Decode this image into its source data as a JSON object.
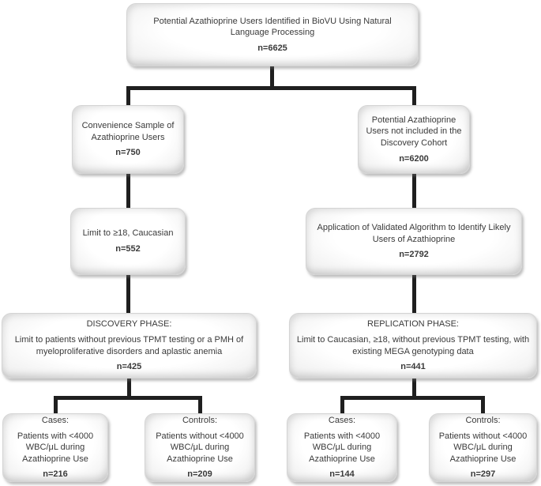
{
  "boxes": {
    "top": {
      "text": "Potential Azathioprine Users Identified in BioVU Using Natural Language Processing",
      "n": "n=6625"
    },
    "convenience_sample": {
      "text": "Convenience Sample of Azathioprine Users",
      "n": "n=750"
    },
    "not_included": {
      "text": "Potential Azathioprine Users not included in the Discovery Cohort",
      "n": "n=6200"
    },
    "limit_age_caucasian": {
      "text": "Limit to ≥18, Caucasian",
      "n": "n=552"
    },
    "validated_algorithm": {
      "text": "Application of Validated Algorithm to Identify Likely Users of Azathioprine",
      "n": "n=2792"
    },
    "discovery_phase": {
      "title": "DISCOVERY PHASE:",
      "text": "Limit to patients without previous TPMT testing or a PMH of myeloproliferative disorders and aplastic anemia",
      "n": "n=425"
    },
    "replication_phase": {
      "title": "REPLICATION PHASE:",
      "text": "Limit to Caucasian, ≥18, without previous TPMT testing, with existing MEGA genotyping data",
      "n": "n=441"
    },
    "discovery_cases": {
      "title": "Cases:",
      "text": "Patients with <4000 WBC/μL during Azathioprine Use",
      "n": "n=216"
    },
    "discovery_controls": {
      "title": "Controls:",
      "text": "Patients without <4000 WBC/μL during Azathioprine Use",
      "n": "n=209"
    },
    "replication_cases": {
      "title": "Cases:",
      "text": "Patients with <4000 WBC/μL during Azathioprine Use",
      "n": "n=144"
    },
    "replication_controls": {
      "title": "Controls:",
      "text": "Patients without <4000 WBC/μL during Azathioprine Use",
      "n": "n=297"
    }
  },
  "colors": {
    "connector": "#1f1f1f",
    "text": "#3a3a3a",
    "box_border": "#d4d4d4",
    "box_fill": "#ffffff"
  }
}
